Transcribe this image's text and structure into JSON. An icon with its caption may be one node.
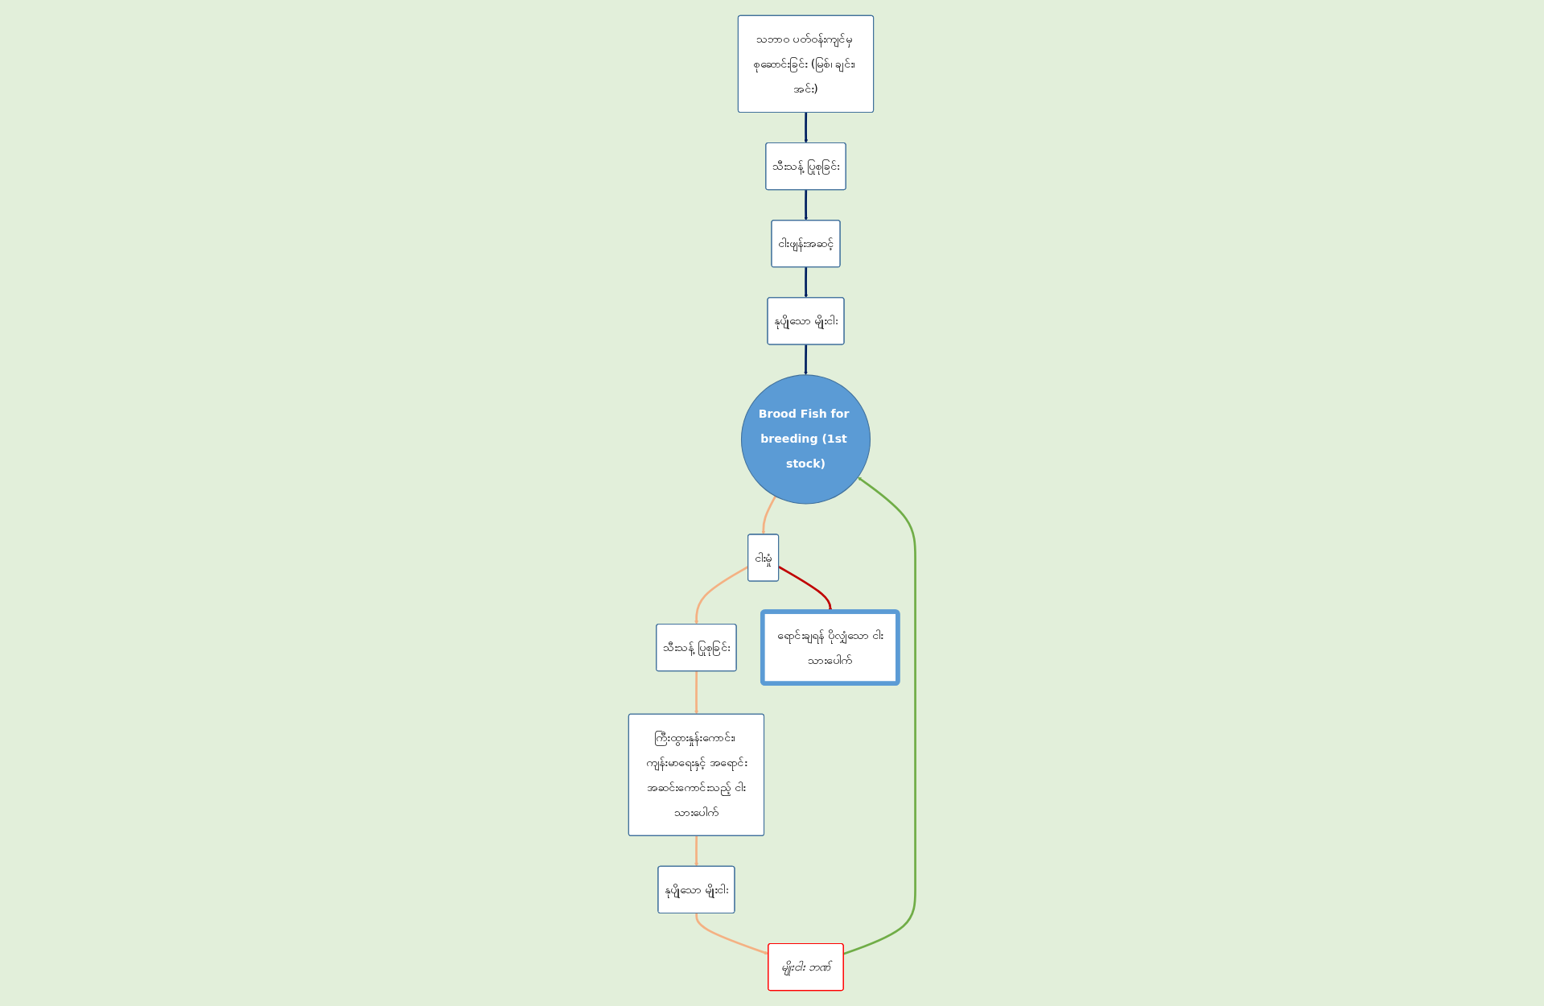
{
  "diagram": {
    "nodes": [
      {
        "text": [
          "Brood Fish for breeding (1st stock)"
        ]
      },
      {
        "text": [
          "မျိုးငါး ဘဏ်"
        ]
      },
      {
        "text": [
          "နုပျိုသော မျိုးငါး"
        ]
      },
      {
        "text": [
          "ငါးမှုံ"
        ]
      },
      {
        "text": [
          "ငါးဖျန်းအဆင့်"
        ]
      },
      {
        "text": [
          "နုပျိုသော မျိုးငါး"
        ]
      },
      {
        "text": [
          "သီးသန့် ပြုစုခြင်း"
        ]
      },
      {
        "text": [
          "သီးသန့် ပြုစုခြင်း"
        ]
      },
      {
        "text": [
          "ရောင်းချရန် ပိုလျှံသော ငါးသားပေါက်"
        ]
      },
      {
        "text": [
          "ကြီးထွားနှုန်းကောင်း၊ ကျန်းမာရေးနှင့် အရောင်းအဆင်းကောင်းသည့် ငါးသားပေါက်"
        ]
      },
      {
        "text": [
          "သဘာဝ ပတ်ဝန်းကျင်မှ စုဆောင်းခြင်း (မြစ်၊ ချင်း၊ အင်း)"
        ]
      }
    ],
    "edges": [
      {
        "from": 5,
        "to": 1,
        "arrow": "to"
      },
      {
        "from": 1,
        "to": 0,
        "arrow": "to",
        "color": "#70ad47"
      },
      {
        "from": 0,
        "to": 3,
        "arrow": "to"
      },
      {
        "from": 3,
        "to": 6,
        "arrow": "to"
      },
      {
        "from": 3,
        "to": 8,
        "arrow": "to",
        "color": "#c00000"
      },
      {
        "from": 6,
        "to": 9,
        "arrow": "to"
      },
      {
        "from": 9,
        "to": 5,
        "arrow": "to"
      },
      {
        "from": 10,
        "to": 7,
        "arrow": "to",
        "color": "#002060"
      },
      {
        "from": 7,
        "to": 4,
        "arrow": "to",
        "color": "#002060"
      },
      {
        "from": 4,
        "to": 2,
        "arrow": "to",
        "color": "#002060"
      },
      {
        "from": 2,
        "to": 0,
        "arrow": "to",
        "color": "#002060"
      }
    ]
  }
}
